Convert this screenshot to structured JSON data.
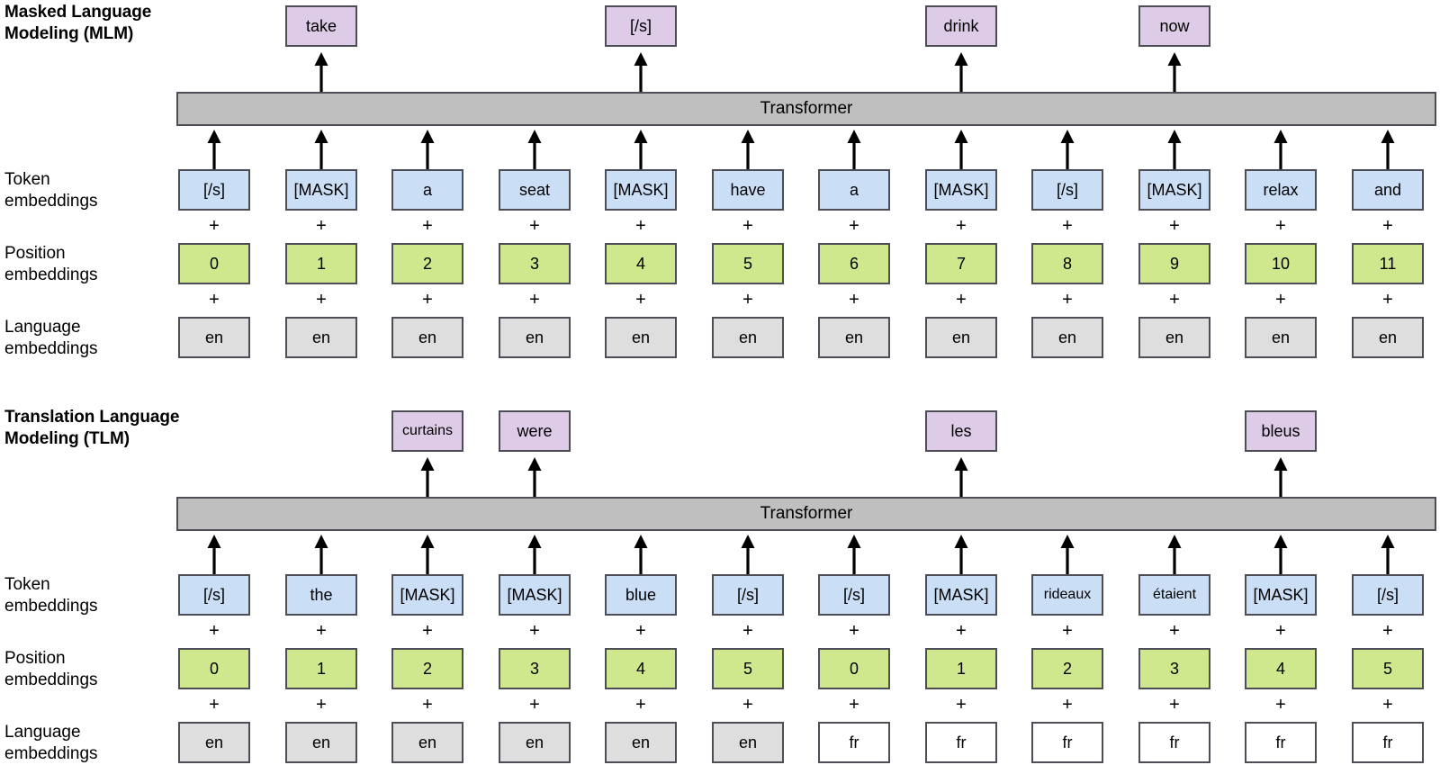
{
  "diagram": {
    "title_mlm": "Masked Language\nModeling (MLM)",
    "title_tlm": "Translation Language\nModeling (TLM)",
    "transformer_label": "Transformer",
    "row_labels": {
      "token": "Token\nembeddings",
      "position": "Position\nembeddings",
      "language": "Language\nembeddings"
    },
    "colors": {
      "token_fill": "#cadef5",
      "position_fill": "#cfe88e",
      "language_en_fill": "#dedede",
      "language_fr_fill": "#ffffff",
      "output_fill": "#ddcbe8",
      "transformer_fill": "#bfbfbf",
      "border": "#4d4d55"
    },
    "icons": {
      "arrow": "arrow-up-icon",
      "plus": "plus-icon"
    }
  },
  "mlm": {
    "outputs": [
      {
        "col": 1,
        "label": "take"
      },
      {
        "col": 4,
        "label": "[/s]"
      },
      {
        "col": 7,
        "label": "drink"
      },
      {
        "col": 9,
        "label": "now"
      }
    ],
    "tokens": [
      "[/s]",
      "[MASK]",
      "a",
      "seat",
      "[MASK]",
      "have",
      "a",
      "[MASK]",
      "[/s]",
      "[MASK]",
      "relax",
      "and"
    ],
    "positions": [
      "0",
      "1",
      "2",
      "3",
      "4",
      "5",
      "6",
      "7",
      "8",
      "9",
      "10",
      "11"
    ],
    "languages": [
      "en",
      "en",
      "en",
      "en",
      "en",
      "en",
      "en",
      "en",
      "en",
      "en",
      "en",
      "en"
    ]
  },
  "tlm": {
    "outputs": [
      {
        "col": 2,
        "label": "curtains"
      },
      {
        "col": 3,
        "label": "were"
      },
      {
        "col": 7,
        "label": "les"
      },
      {
        "col": 10,
        "label": "bleus"
      }
    ],
    "tokens": [
      "[/s]",
      "the",
      "[MASK]",
      "[MASK]",
      "blue",
      "[/s]",
      "[/s]",
      "[MASK]",
      "rideaux",
      "étaient",
      "[MASK]",
      "[/s]"
    ],
    "positions": [
      "0",
      "1",
      "2",
      "3",
      "4",
      "5",
      "0",
      "1",
      "2",
      "3",
      "4",
      "5"
    ],
    "languages": [
      "en",
      "en",
      "en",
      "en",
      "en",
      "en",
      "fr",
      "fr",
      "fr",
      "fr",
      "fr",
      "fr"
    ]
  }
}
